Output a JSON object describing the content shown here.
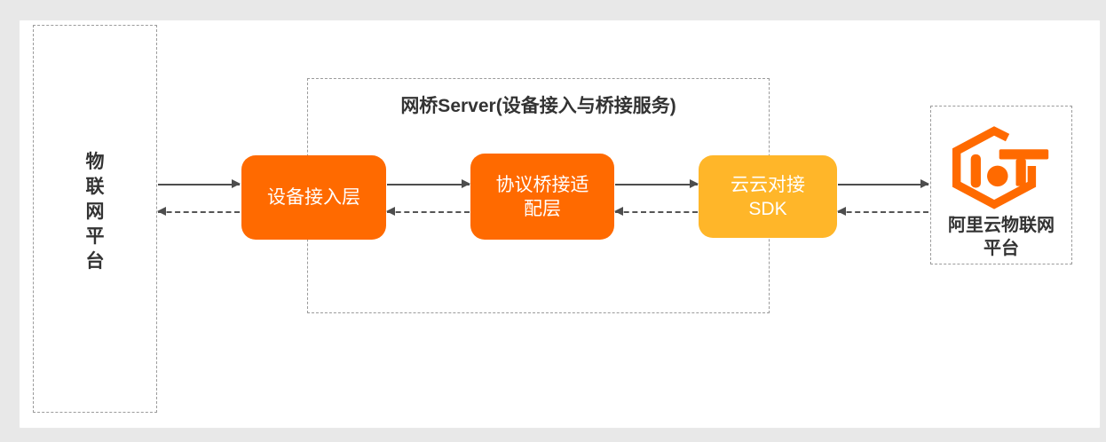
{
  "diagram": {
    "iot_platform": {
      "label": "物联网平台",
      "chars": [
        "物",
        "联",
        "网",
        "平",
        "台"
      ]
    },
    "bridge_server": {
      "title": "网桥Server(设备接入与桥接服务)",
      "boxes": [
        {
          "id": "device-access-layer",
          "line1": "设备接入层",
          "line2": "",
          "fill": "#FF6A00"
        },
        {
          "id": "protocol-bridge-adapter-layer",
          "line1": "协议桥接适",
          "line2": "配层",
          "fill": "#FF6A00"
        },
        {
          "id": "cloud-cloud-sdk",
          "line1": "云云对接",
          "line2": "SDK",
          "fill": "#FFB629"
        }
      ]
    },
    "aliyun_iot_platform": {
      "logo_icon": "aliyun-iot-hexagon-logo",
      "line1": "阿里云物联网",
      "line2": "平台"
    },
    "colors": {
      "orange": "#FF6A00",
      "amber": "#FFB629",
      "arrow": "#4D4D4D",
      "dashed_border": "#9B9B9B",
      "text_dark": "#333333"
    }
  }
}
